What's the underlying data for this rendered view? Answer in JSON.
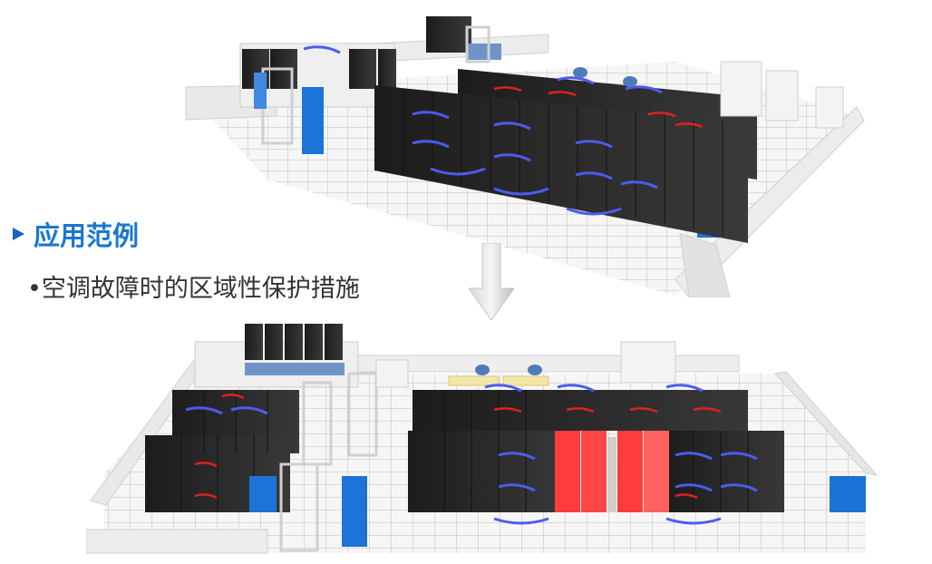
{
  "heading": {
    "label": "应用范例",
    "color": "#1b78d0",
    "marker_icon": "triangle-bullet-icon"
  },
  "bullet": {
    "label": "•空调故障时的区域性保护措施"
  },
  "arrow": {
    "icon": "down-arrow-icon",
    "color": "#c8c8c8"
  },
  "colors": {
    "rack": "#2a2a2a",
    "cold_airflow": "#4a5cf0",
    "hot_airflow": "#e02020",
    "failed_unit": "#ff3b3b",
    "crac_unit": "#1a74d8",
    "floor_tile": "#f4f4f4",
    "wall": "#e8e8e8"
  },
  "scenes": [
    {
      "name": "normal-operation",
      "label": ""
    },
    {
      "name": "crac-failure",
      "label": ""
    }
  ]
}
